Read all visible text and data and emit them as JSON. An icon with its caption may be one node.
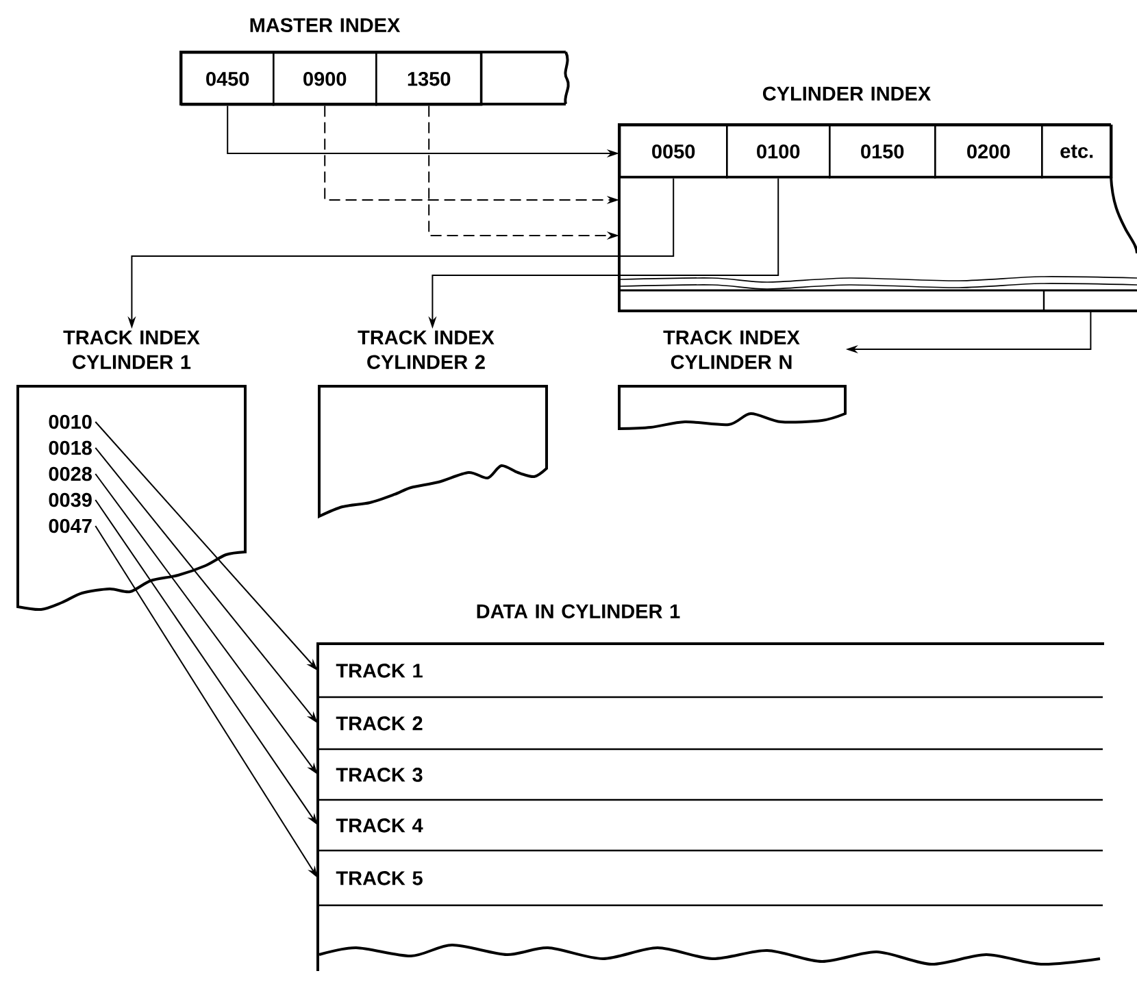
{
  "diagram": {
    "nodes": [
      {
        "text": [
          "MASTER INDEX"
        ]
      },
      {
        "text": [
          "0450"
        ],
        "in": 0
      },
      {
        "text": [
          "0900"
        ],
        "in": 0
      },
      {
        "text": [
          "1350"
        ],
        "in": 0
      },
      {
        "text": [],
        "shape": "box",
        "in": 0
      },
      {
        "text": [
          "CYLINDER INDEX"
        ]
      },
      {
        "text": [
          "0050"
        ],
        "in": 5
      },
      {
        "text": [
          "0100"
        ],
        "in": 5
      },
      {
        "text": [
          "0150"
        ],
        "in": 5
      },
      {
        "text": [
          "0200"
        ],
        "in": 5
      },
      {
        "text": [
          "etc."
        ],
        "in": 5
      },
      {
        "text": [],
        "shape": "box",
        "in": 5
      },
      {
        "text": [
          "TRACK INDEX CYLINDER 1"
        ]
      },
      {
        "text": [
          "0010"
        ],
        "in": 12
      },
      {
        "text": [
          "0018"
        ],
        "in": 12
      },
      {
        "text": [
          "0028"
        ],
        "in": 12
      },
      {
        "text": [
          "0039"
        ],
        "in": 12
      },
      {
        "text": [
          "0047"
        ],
        "in": 12
      },
      {
        "text": [
          "TRACK INDEX CYLINDER 2"
        ]
      },
      {
        "text": [
          "TRACK INDEX CYLINDER N"
        ]
      },
      {
        "text": [
          "DATA IN CYLINDER 1"
        ]
      },
      {
        "text": [
          "TRACK 1"
        ],
        "in": 20
      },
      {
        "text": [
          "TRACK 2"
        ],
        "in": 20
      },
      {
        "text": [
          "TRACK 3"
        ],
        "in": 20
      },
      {
        "text": [
          "TRACK 4"
        ],
        "in": 20
      },
      {
        "text": [
          "TRACK 5"
        ],
        "in": 20
      },
      {
        "text": [],
        "shape": "box",
        "in": 20
      }
    ],
    "edges": [
      {
        "from": 1,
        "to": 5,
        "arrow": "to"
      },
      {
        "from": 2,
        "to": 5,
        "arrow": "to",
        "style": "dashed"
      },
      {
        "from": 3,
        "to": 5,
        "arrow": "to",
        "style": "dashed"
      },
      {
        "from": 6,
        "to": 12,
        "arrow": "to"
      },
      {
        "from": 7,
        "to": 18,
        "arrow": "to"
      },
      {
        "from": 11,
        "to": 19,
        "arrow": "to"
      },
      {
        "from": 13,
        "to": 21,
        "arrow": "to"
      },
      {
        "from": 14,
        "to": 22,
        "arrow": "to"
      },
      {
        "from": 15,
        "to": 23,
        "arrow": "to"
      },
      {
        "from": 16,
        "to": 24,
        "arrow": "to"
      },
      {
        "from": 17,
        "to": 25,
        "arrow": "to"
      }
    ]
  }
}
